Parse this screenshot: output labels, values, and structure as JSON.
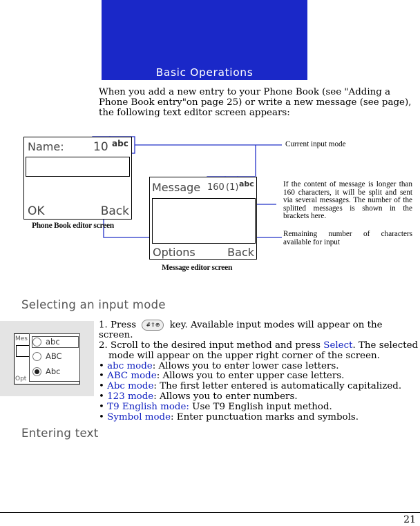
{
  "banner": {
    "title": "Basic Operations",
    "color": "#1a28c8"
  },
  "intro": "When you add a new entry to your Phone Book (see \"Adding a Phone Book entry\"on page 25) or write a new message (see page), the following text editor screen appears:",
  "phonebook_screen": {
    "name_label": "Name:",
    "counter": "10",
    "mode": "abc",
    "left_soft": "OK",
    "right_soft": "Back",
    "caption": "Phone Book editor screen"
  },
  "message_screen": {
    "title": "Message",
    "counter": "160",
    "parts": "(1)",
    "mode": "abc",
    "left_soft": "Options",
    "right_soft": "Back",
    "caption": "Message editor screen"
  },
  "callouts": {
    "input_mode": "Current input mode",
    "split_note": "If the content of message is longer than 160 characters, it will be split and sent via several messages. The number of the splitted messages is shown in the brackets here.",
    "remaining": "Remaining number of characters available for input"
  },
  "section1": {
    "heading": "Selecting an input mode",
    "step1_prefix": "1. Press",
    "key_label": "#⇧⊕",
    "step1_suffix": "key. Available input modes will appear on the screen.",
    "step2_prefix": "2. Scroll to the desired input method and press",
    "step2_select": "Select",
    "step2_suffix": ". The selected mode will appear on the upper right corner of the screen.",
    "bullets": [
      {
        "term": "abc mode",
        "desc": ": Allows you to enter lower case letters."
      },
      {
        "term": "ABC mode",
        "desc": ": Allows you to enter upper case letters."
      },
      {
        "term": "Abc mode",
        "desc": ": The first letter entered is automatically capitalized."
      },
      {
        "term": "123 mode",
        "desc": ": Allows you to enter numbers."
      },
      {
        "term": "T9 English mode:",
        "desc": " Use T9 English input method."
      },
      {
        "term": "Symbol mode",
        "desc": ": Enter punctuation marks and symbols."
      }
    ],
    "mini_screen": {
      "title_fragment": "Mes",
      "soft_fragment": "Opt",
      "options": [
        "abc",
        "ABC",
        "Abc"
      ],
      "selected": "Abc"
    }
  },
  "section2": {
    "heading": "Entering text"
  },
  "footer": {
    "page_number": "21"
  }
}
